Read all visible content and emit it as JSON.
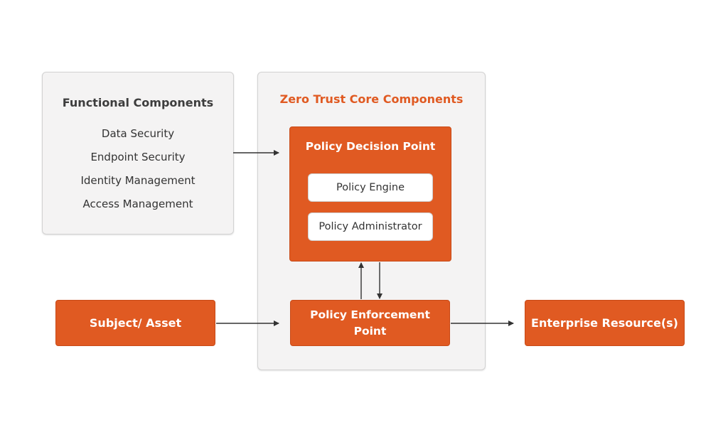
{
  "functional_panel": {
    "title": "Functional Components",
    "items": [
      "Data Security",
      "Endpoint Security",
      "Identity Management",
      "Access Management"
    ]
  },
  "core_panel": {
    "title": "Zero Trust Core Components"
  },
  "policy_decision_point": {
    "title": "Policy Decision Point",
    "engine": "Policy Engine",
    "administrator": "Policy Administrator"
  },
  "policy_enforcement_point": {
    "label": "Policy Enforcement Point"
  },
  "subject_asset": {
    "label": "Subject/ Asset"
  },
  "enterprise_resources": {
    "label": "Enterprise Resource(s)"
  },
  "colors": {
    "accent": "#e05a22",
    "panel_background": "#f4f3f3",
    "text_dark": "#333333"
  }
}
